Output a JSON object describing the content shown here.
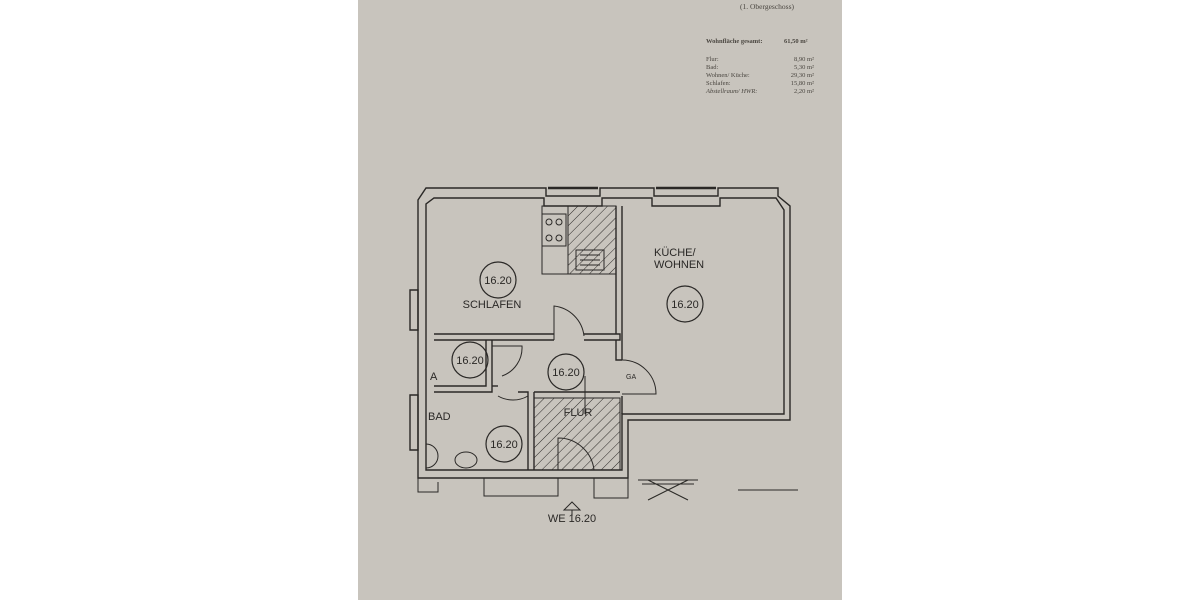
{
  "header": {
    "floor": "(1. Obergeschoss)",
    "total_label": "Wohnfläche gesamt:",
    "total_value": "61,50 m²",
    "rooms": [
      {
        "name": "Flur:",
        "area": "8,90 m²"
      },
      {
        "name": "Bad:",
        "area": "5,30 m²"
      },
      {
        "name": "Wohnen/ Küche:",
        "area": "29,30 m²"
      },
      {
        "name": "Schlafen:",
        "area": "15,80 m²"
      },
      {
        "name": "Abstellraum/ HWR:",
        "area": "2,20 m²"
      }
    ]
  },
  "plan": {
    "schlafen": {
      "number": "16.20",
      "label": "SCHLAFEN"
    },
    "kueche": {
      "number": "16.20",
      "label_line1": "KÜCHE/",
      "label_line2": "WOHNEN"
    },
    "abstell": {
      "number": "16.20",
      "label": "A"
    },
    "flur": {
      "number": "16.20",
      "label": "FLUR"
    },
    "bad": {
      "number": "16.20",
      "label": "BAD"
    },
    "ga_label": "GA",
    "unit_label": "WE 16.20"
  },
  "colors": {
    "paper": "#c8c4bd",
    "ink": "#2a2826"
  }
}
